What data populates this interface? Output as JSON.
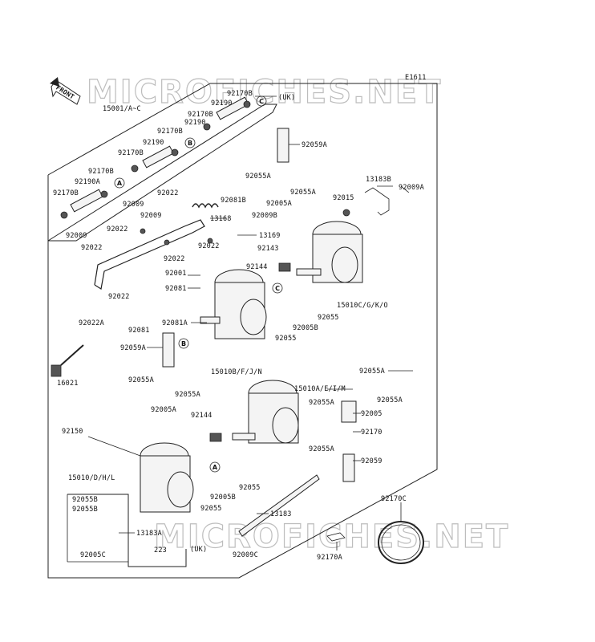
{
  "diagram": {
    "code": "E1611",
    "front_label": "FRONT",
    "watermarks": [
      "MICROFICHES.NET",
      "MICROFICHES.NET"
    ],
    "uk_notes": [
      "(UK)",
      "(UK)"
    ],
    "ref_letters": [
      "A",
      "B",
      "C"
    ],
    "labels": [
      "15001/A~C",
      "92170B",
      "92190",
      "92170B",
      "92170B",
      "92190",
      "92170B",
      "92190",
      "92170B",
      "92190A",
      "92170B",
      "92059A",
      "92055A",
      "92055A",
      "92005A",
      "13183B",
      "92009A",
      "92015",
      "92081B",
      "92022",
      "92009",
      "92009",
      "13168",
      "92009B",
      "92022",
      "13169",
      "92009",
      "92022",
      "92022",
      "92022",
      "92143",
      "92144",
      "92001",
      "92081",
      "92022",
      "92081A",
      "92022A",
      "92081",
      "92059A",
      "15010C/G/K/O",
      "92055",
      "92005B",
      "92055",
      "15010B/F/J/N",
      "16021",
      "92055A",
      "92055A",
      "92005A",
      "15010A/E/I/M",
      "92055A",
      "92055A",
      "92055A",
      "92005",
      "92144",
      "92150",
      "92055A",
      "92170",
      "92059",
      "15010/D/H/L",
      "92005B",
      "92055",
      "92055B",
      "92055B",
      "92055",
      "13183",
      "92170C",
      "13183A",
      "223",
      "92005C",
      "92009C",
      "92170A"
    ]
  }
}
